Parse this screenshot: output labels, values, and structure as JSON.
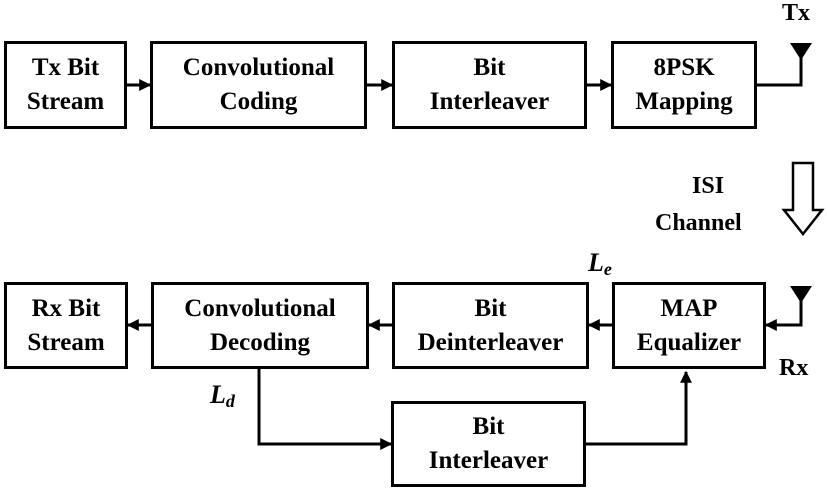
{
  "blocks": {
    "tx_bit_stream": {
      "line1": "Tx Bit",
      "line2": "Stream"
    },
    "conv_coding": {
      "line1": "Convolutional",
      "line2": "Coding"
    },
    "bit_interleaver_tx": {
      "line1": "Bit",
      "line2": "Interleaver"
    },
    "psk_mapping": {
      "line1": "8PSK",
      "line2": "Mapping"
    },
    "rx_bit_stream": {
      "line1": "Rx Bit",
      "line2": "Stream"
    },
    "conv_decoding": {
      "line1": "Convolutional",
      "line2": "Decoding"
    },
    "bit_deinterleaver": {
      "line1": "Bit",
      "line2": "Deinterleaver"
    },
    "map_equalizer": {
      "line1": "MAP",
      "line2": "Equalizer"
    },
    "bit_interleaver_fb": {
      "line1": "Bit",
      "line2": "Interleaver"
    }
  },
  "labels": {
    "tx": "Tx",
    "rx": "Rx",
    "channel_line1": "ISI",
    "channel_line2": "Channel",
    "le_main": "L",
    "le_sub": "e",
    "ld_main": "L",
    "ld_sub": "d"
  }
}
